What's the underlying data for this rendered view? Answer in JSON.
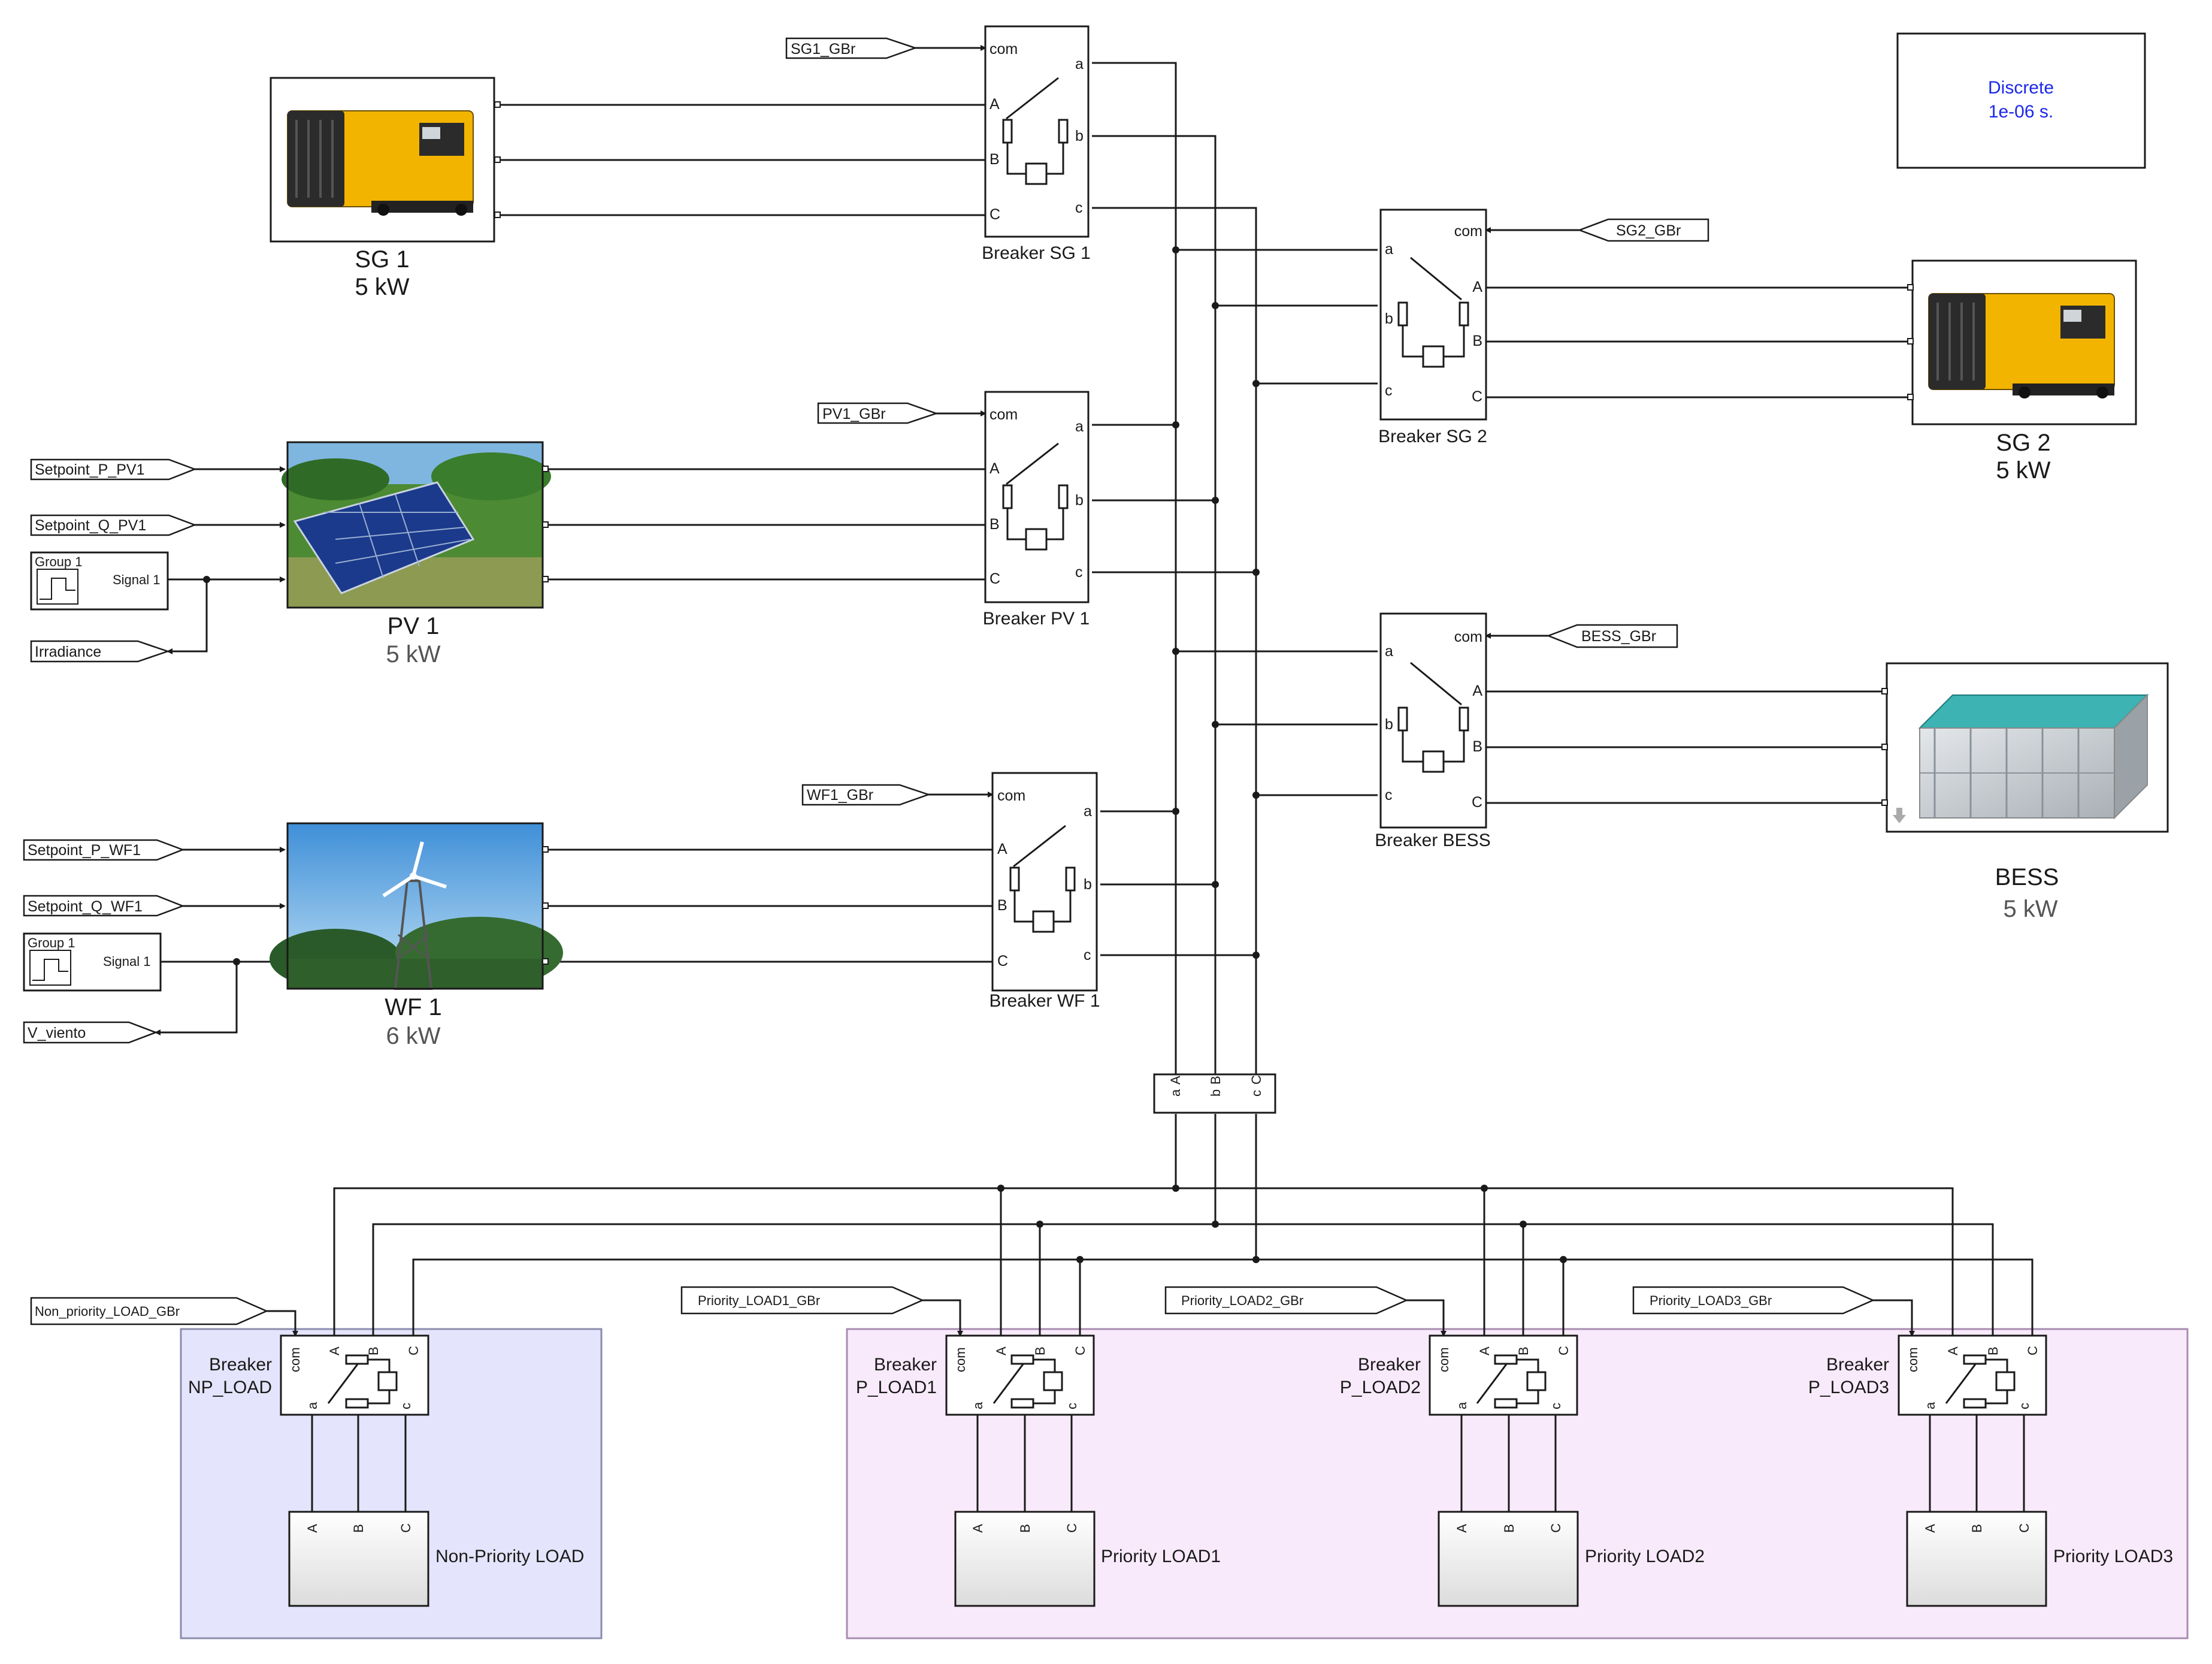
{
  "solver": {
    "line1": "Discrete",
    "line2": "1e-06 s."
  },
  "sources": [
    {
      "id": "sg1",
      "name": "SG 1",
      "rating": "5 kW",
      "icon": "generator-icon"
    },
    {
      "id": "pv1",
      "name": "PV 1",
      "rating": "5 kW",
      "icon": "solar-panel-icon"
    },
    {
      "id": "wf1",
      "name": "WF 1",
      "rating": "6 kW",
      "icon": "wind-turbine-icon"
    },
    {
      "id": "sg2",
      "name": "SG 2",
      "rating": "5 kW",
      "icon": "generator-icon"
    },
    {
      "id": "bess",
      "name": "BESS",
      "rating": "5 kW",
      "icon": "battery-icon"
    }
  ],
  "breakers": {
    "sg1": "Breaker SG 1",
    "pv1": "Breaker PV 1",
    "wf1": "Breaker WF 1",
    "sg2": "Breaker SG 2",
    "bess": "Breaker BESS",
    "np_load": [
      "Breaker",
      "NP_LOAD"
    ],
    "p_load1": [
      "Breaker",
      "P_LOAD1"
    ],
    "p_load2": [
      "Breaker",
      "P_LOAD2"
    ],
    "p_load3": [
      "Breaker",
      "P_LOAD3"
    ]
  },
  "goto_tags": {
    "sg1": "SG1_GBr",
    "pv1": "PV1_GBr",
    "wf1": "WF1_GBr",
    "sg2": "SG2_GBr",
    "bess": "BESS_GBr",
    "np": "Non_priority_LOAD_GBr",
    "p1": "Priority_LOAD1_GBr",
    "p2": "Priority_LOAD2_GBr",
    "p3": "Priority_LOAD3_GBr"
  },
  "inputs": {
    "setpoint_p_pv1": "Setpoint_P_PV1",
    "setpoint_q_pv1": "Setpoint_Q_PV1",
    "irradiance": "Irradiance",
    "setpoint_p_wf1": "Setpoint_P_WF1",
    "setpoint_q_wf1": "Setpoint_Q_WF1",
    "v_viento": "V_viento"
  },
  "signal_builder": {
    "group": "Group 1",
    "signal": "Signal 1"
  },
  "ports": {
    "com": "com",
    "upper": [
      "A",
      "B",
      "C"
    ],
    "lower": [
      "a",
      "b",
      "c"
    ]
  },
  "loads": {
    "np": "Non-Priority LOAD",
    "p1": "Priority LOAD1",
    "p2": "Priority LOAD2",
    "p3": "Priority LOAD3"
  },
  "colors": {
    "non_priority_area": "#e4e4fc",
    "priority_area": "#f9eafb",
    "solver_text": "#1c28e8"
  }
}
